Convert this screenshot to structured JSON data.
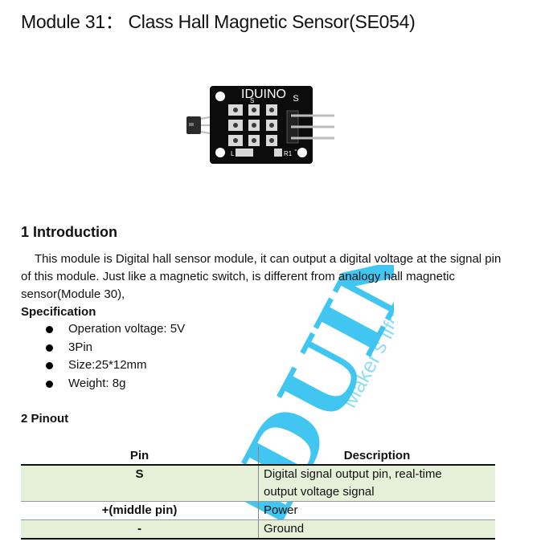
{
  "title": "Module 31： Class Hall Magnetic Sensor(SE054)",
  "module_image": {
    "brand": "IDUINO",
    "pin_s": "S",
    "pin_minus": "-",
    "label_r1": "R1",
    "label_l": "L"
  },
  "watermark": {
    "brand": "IDUINO",
    "tagline": "Maker's life",
    "color": "#36c3f0"
  },
  "intro": {
    "heading": "1 Introduction",
    "paragraph": "This module is Digital hall sensor module, it can output a digital voltage at the signal pin of this module. Just like a magnetic switch, is different from analogy hall magnetic sensor(Module 30),"
  },
  "specification": {
    "heading": "Specification",
    "items": [
      "Operation voltage: 5V",
      "3Pin",
      "Size:25*12mm",
      "Weight: 8g"
    ]
  },
  "pinout": {
    "heading": "2 Pinout",
    "headers": [
      "Pin",
      "Description"
    ],
    "rows": [
      {
        "pin": "S",
        "desc": "Digital signal output pin, real-time output voltage signal"
      },
      {
        "pin": "+(middle pin)",
        "desc": "Power"
      },
      {
        "pin": "-",
        "desc": "Ground"
      }
    ],
    "shade_color": "#e6f0d8"
  }
}
